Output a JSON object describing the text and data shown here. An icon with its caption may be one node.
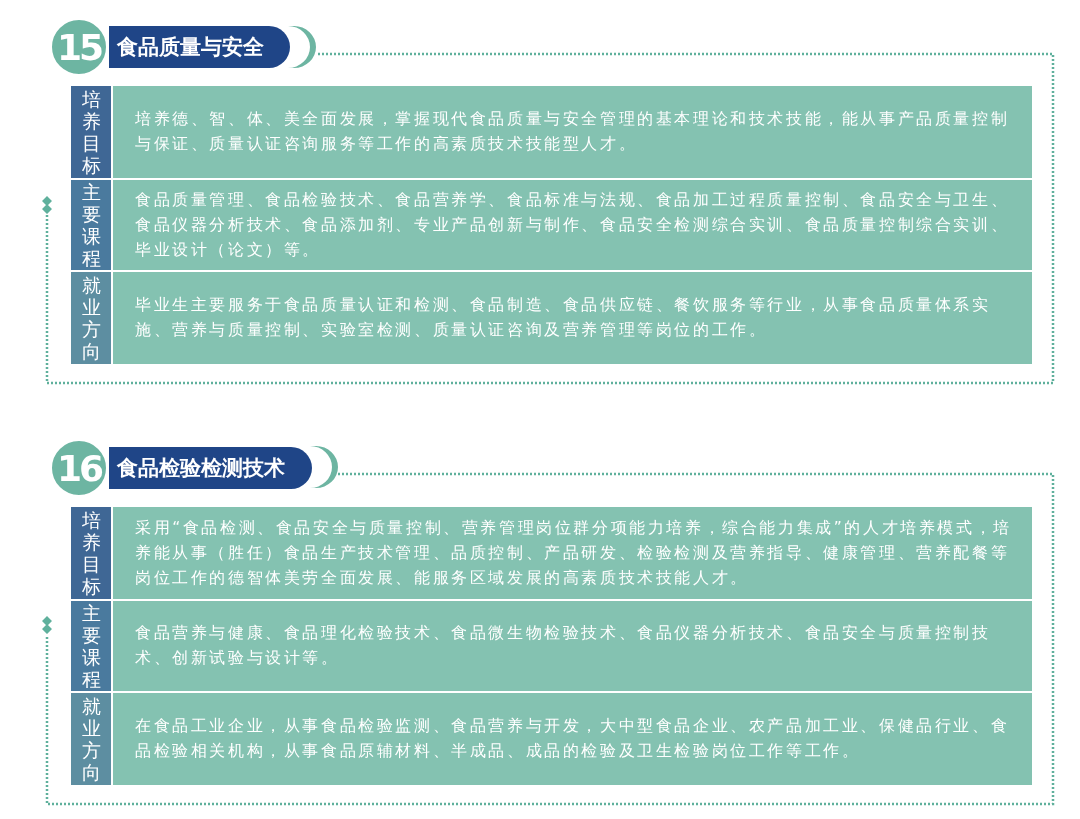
{
  "diagram": {
    "nodes": [
      {
        "text": [
          "15"
        ]
      },
      {
        "text": [
          "食品质量与安全"
        ]
      },
      {
        "text": [
          "培养目标"
        ]
      },
      {
        "text": [
          "培养德、智、体、美全面发展，掌握现代食品质量与安全管理的基本理论和技术技能，能从事产品质量控制与保证、质量认证咨询服务等工作的高素质技术技能型人才。"
        ]
      },
      {
        "text": [
          "主要课程"
        ]
      },
      {
        "text": [
          "食品质量管理、食品检验技术、食品营养学、食品标准与法规、食品加工过程质量控制、食品安全与卫生、食品仪器分析技术、食品添加剂、专业产品创新与制作、食品安全检测综合实训、食品质量控制综合实训、毕业设计（论文）等。"
        ]
      },
      {
        "text": [
          "就业方向"
        ]
      },
      {
        "text": [
          "毕业生主要服务于食品质量认证和检测、食品制造、食品供应链、餐饮服务等行业，从事食品质量体系实施、营养与质量控制、实验室检测、质量认证咨询及营养管理等岗位的工作。"
        ]
      },
      {
        "text": [
          "16"
        ]
      },
      {
        "text": [
          "食品检验检测技术"
        ]
      },
      {
        "text": [
          "培养目标"
        ]
      },
      {
        "text": [
          "采用“食品检测、食品安全与质量控制、营养管理岗位群分项能力培养，综合能力集成”的人才培养模式，培养能从事（胜任）食品生产技术管理、品质控制、产品研发、检验检测及营养指导、健康管理、营养配餐等岗位工作的德智体美劳全面发展、能服务区域发展的高素质技术技能人才。"
        ]
      },
      {
        "text": [
          "主要课程"
        ]
      },
      {
        "text": [
          "食品营养与健康、食品理化检验技术、食品微生物检验技术、食品仪器分析技术、食品安全与质量控制技术、创新试验与设计等。"
        ]
      },
      {
        "text": [
          "就业方向"
        ]
      },
      {
        "text": [
          "在食品工业企业，从事食品检验监测、食品营养与开发，大中型食品企业、农产品加工业、保健品行业、食品检验相关机构，从事食品原辅材料、半成品、成品的检验及卫生检验岗位工作等工作。"
        ]
      }
    ]
  }
}
